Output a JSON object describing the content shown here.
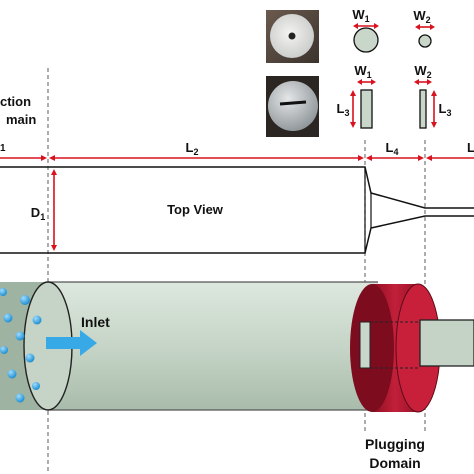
{
  "labels": {
    "injection_domain_line1": "ction",
    "injection_domain_line2": "main",
    "top_view": "Top View",
    "inlet": "Inlet",
    "plugging_line1": "Plugging",
    "plugging_line2": "Domain"
  },
  "dimensions": {
    "L1": "1",
    "L2": "2",
    "L3_letter": "L",
    "L3_sub": "3",
    "L4": "4",
    "D1_letter": "D",
    "D1_sub": "1",
    "W1_letter": "W",
    "W1_sub": "1",
    "W2_letter": "W",
    "W2_sub": "2",
    "L_letter": "L"
  },
  "colors": {
    "dimension_arrows": "#d9121f",
    "tube_body": "#c7d6c8",
    "plug_red": "#b0192e",
    "particles": "#2a9fd8",
    "inlet_arrow": "#37a9e6"
  }
}
